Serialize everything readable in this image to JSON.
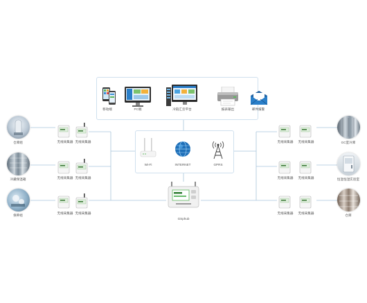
{
  "outputs": [
    {
      "label": "移动端",
      "icon": "smartphone-icon"
    },
    {
      "label": "PC端",
      "icon": "pc-monitor-icon"
    },
    {
      "label": "冷链汇云平台",
      "icon": "cloud-server-platform-icon"
    },
    {
      "label": "报表输出",
      "icon": "printer-icon"
    },
    {
      "label": "邮件报警",
      "icon": "email-icon"
    }
  ],
  "network": [
    {
      "label": "Wi-Fi",
      "icon": "wifi-router-icon"
    },
    {
      "label": "INTERNET",
      "icon": "globe-icon"
    },
    {
      "label": "GPRS",
      "icon": "gprs-antenna-icon"
    }
  ],
  "gateway": {
    "label": "GSphub",
    "icon": "gateway-device-icon"
  },
  "left_sites": [
    {
      "label": "仓库组"
    },
    {
      "label": "冷藏保温箱"
    },
    {
      "label": "保养组"
    }
  ],
  "right_sites": [
    {
      "label": "GC室冷库"
    },
    {
      "label": "恒温恒湿实验室"
    },
    {
      "label": "仓库"
    }
  ],
  "logger_label": "无线采集器",
  "colors": {
    "wire": "#a9c4db",
    "panel_border": "#cfe0ee",
    "accent": "#2a7fc9"
  }
}
